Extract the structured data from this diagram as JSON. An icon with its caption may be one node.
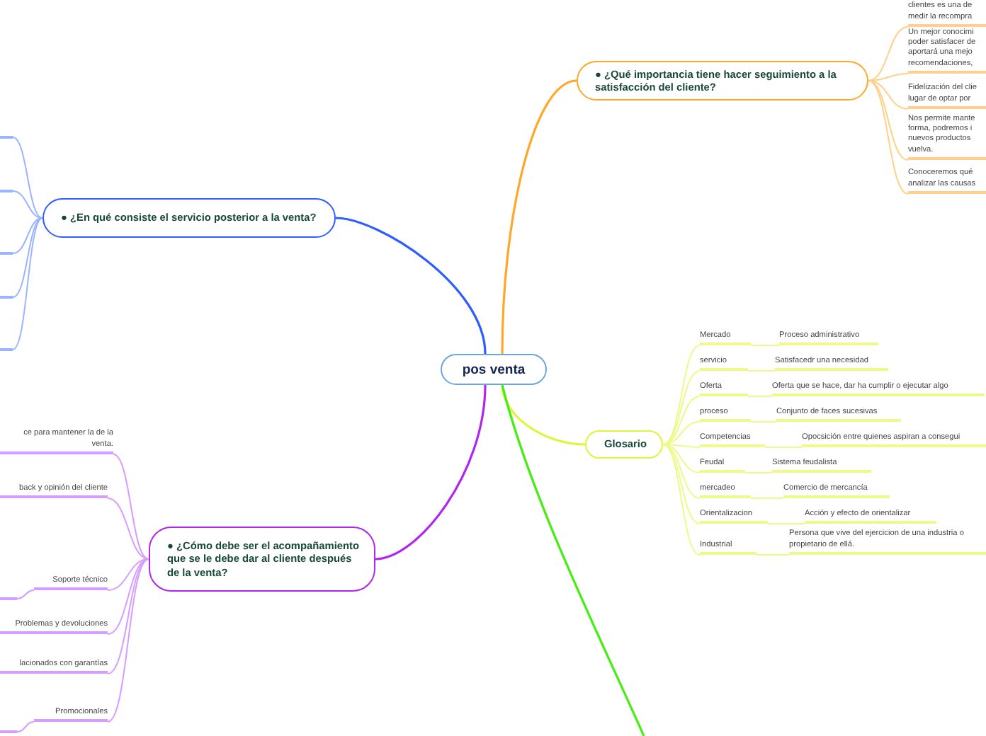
{
  "diagram": {
    "nodes": [
      {
        "text": [
          "pos venta"
        ]
      },
      {
        "text": [
          "● ¿Qué importancia tiene hacer seguimiento a la satisfacción del cliente?"
        ]
      },
      {
        "text": [
          "clientes es una de medir la recompra"
        ]
      },
      {
        "text": [
          "Un mejor conocimi poder satisfacer de aportará una mejo recomendaciones,"
        ]
      },
      {
        "text": [
          "Fidelización del clie lugar de optar por"
        ]
      },
      {
        "text": [
          "Nos permite mante forma, podremos i nuevos productos vuelva."
        ]
      },
      {
        "text": [
          "Conoceremos qué analizar las causas"
        ]
      },
      {
        "text": [
          "● ¿En qué consiste el servicio posterior a la venta?"
        ]
      },
      {
        "text": [],
        "shape": "bar"
      },
      {
        "text": [],
        "shape": "bar"
      },
      {
        "text": [],
        "shape": "bar"
      },
      {
        "text": [],
        "shape": "bar"
      },
      {
        "text": [],
        "shape": "bar"
      },
      {
        "text": [
          "● ¿Cómo debe ser el acompañamiento que se le debe dar al cliente después de la venta?"
        ]
      },
      {
        "text": [
          "ce para mantener la de la venta."
        ]
      },
      {
        "text": [
          "back y opinión del cliente"
        ]
      },
      {
        "text": [
          "Soporte técnico"
        ]
      },
      {
        "text": [],
        "shape": "bar"
      },
      {
        "text": [
          "Problemas y devoluciones"
        ]
      },
      {
        "text": [
          "lacionados con garantías"
        ]
      },
      {
        "text": [
          "Promocionales"
        ]
      },
      {
        "text": [],
        "shape": "bar"
      },
      {
        "text": [
          "Glosario"
        ]
      },
      {
        "text": [
          "Mercado"
        ]
      },
      {
        "text": [
          "Proceso administrativo"
        ]
      },
      {
        "text": [
          "servicio"
        ]
      },
      {
        "text": [
          "Satisfacedr una necesidad"
        ]
      },
      {
        "text": [
          "Oferta"
        ]
      },
      {
        "text": [
          "Oferta que se hace, dar ha cumplir o ejecutar algo"
        ]
      },
      {
        "text": [
          "proceso"
        ]
      },
      {
        "text": [
          "Conjunto de faces sucesivas"
        ]
      },
      {
        "text": [
          "Competencias"
        ]
      },
      {
        "text": [
          "Opocsición entre quienes aspiran a consegui"
        ]
      },
      {
        "text": [
          "Feudal"
        ]
      },
      {
        "text": [
          "Sistema feudalista"
        ]
      },
      {
        "text": [
          "mercadeo"
        ]
      },
      {
        "text": [
          "Comercio de mercancía"
        ]
      },
      {
        "text": [
          "Orientalizacion"
        ]
      },
      {
        "text": [
          "Acción y efecto de orientalizar"
        ]
      },
      {
        "text": [
          "Industrial"
        ]
      },
      {
        "text": [
          "Persona que vive del ejercicion de una industria o propietario de ellá."
        ]
      }
    ],
    "edges": [
      {
        "from": 0,
        "to": 1,
        "arrow": "none",
        "color": "#ffa726"
      },
      {
        "from": 1,
        "to": 2,
        "arrow": "none",
        "color": "#ffd08a"
      },
      {
        "from": 1,
        "to": 3,
        "arrow": "none",
        "color": "#ffd08a"
      },
      {
        "from": 1,
        "to": 4,
        "arrow": "none",
        "color": "#ffd08a"
      },
      {
        "from": 1,
        "to": 5,
        "arrow": "none",
        "color": "#ffd08a"
      },
      {
        "from": 1,
        "to": 6,
        "arrow": "none",
        "color": "#ffd08a"
      },
      {
        "from": 0,
        "to": 7,
        "arrow": "none",
        "color": "#2f5cff"
      },
      {
        "from": 7,
        "to": 8,
        "arrow": "none",
        "color": "#9ab4ff"
      },
      {
        "from": 7,
        "to": 9,
        "arrow": "none",
        "color": "#9ab4ff"
      },
      {
        "from": 7,
        "to": 10,
        "arrow": "none",
        "color": "#9ab4ff"
      },
      {
        "from": 7,
        "to": 11,
        "arrow": "none",
        "color": "#9ab4ff"
      },
      {
        "from": 7,
        "to": 12,
        "arrow": "none",
        "color": "#9ab4ff"
      },
      {
        "from": 0,
        "to": 13,
        "arrow": "none",
        "color": "#b026f0"
      },
      {
        "from": 13,
        "to": 14,
        "arrow": "none",
        "color": "#d79cff"
      },
      {
        "from": 13,
        "to": 15,
        "arrow": "none",
        "color": "#d79cff"
      },
      {
        "from": 13,
        "to": 16,
        "arrow": "none",
        "color": "#d79cff"
      },
      {
        "from": 16,
        "to": 17,
        "arrow": "none",
        "color": "#d79cff"
      },
      {
        "from": 13,
        "to": 18,
        "arrow": "none",
        "color": "#d79cff"
      },
      {
        "from": 13,
        "to": 19,
        "arrow": "none",
        "color": "#d79cff"
      },
      {
        "from": 13,
        "to": 20,
        "arrow": "none",
        "color": "#d79cff"
      },
      {
        "from": 20,
        "to": 21,
        "arrow": "none",
        "color": "#d79cff"
      },
      {
        "from": 0,
        "to": 22,
        "arrow": "none",
        "color": "#e0f53a"
      },
      {
        "from": 22,
        "to": 23,
        "arrow": "none",
        "color": "#eef98a"
      },
      {
        "from": 23,
        "to": 24,
        "arrow": "none",
        "color": "#eef98a"
      },
      {
        "from": 22,
        "to": 25,
        "arrow": "none",
        "color": "#eef98a"
      },
      {
        "from": 25,
        "to": 26,
        "arrow": "none",
        "color": "#eef98a"
      },
      {
        "from": 22,
        "to": 27,
        "arrow": "none",
        "color": "#eef98a"
      },
      {
        "from": 27,
        "to": 28,
        "arrow": "none",
        "color": "#eef98a"
      },
      {
        "from": 22,
        "to": 29,
        "arrow": "none",
        "color": "#eef98a"
      },
      {
        "from": 29,
        "to": 30,
        "arrow": "none",
        "color": "#eef98a"
      },
      {
        "from": 22,
        "to": 31,
        "arrow": "none",
        "color": "#eef98a"
      },
      {
        "from": 31,
        "to": 32,
        "arrow": "none",
        "color": "#eef98a"
      },
      {
        "from": 22,
        "to": 33,
        "arrow": "none",
        "color": "#eef98a"
      },
      {
        "from": 33,
        "to": 34,
        "arrow": "none",
        "color": "#eef98a"
      },
      {
        "from": 22,
        "to": 35,
        "arrow": "none",
        "color": "#eef98a"
      },
      {
        "from": 35,
        "to": 36,
        "arrow": "none",
        "color": "#eef98a"
      },
      {
        "from": 22,
        "to": 37,
        "arrow": "none",
        "color": "#eef98a"
      },
      {
        "from": 37,
        "to": 38,
        "arrow": "none",
        "color": "#eef98a"
      },
      {
        "from": 22,
        "to": 39,
        "arrow": "none",
        "color": "#eef98a"
      },
      {
        "from": 39,
        "to": 40,
        "arrow": "none",
        "color": "#eef98a"
      },
      {
        "from": 0,
        "to": null,
        "arrow": "none",
        "color": "#44ee11"
      }
    ]
  }
}
